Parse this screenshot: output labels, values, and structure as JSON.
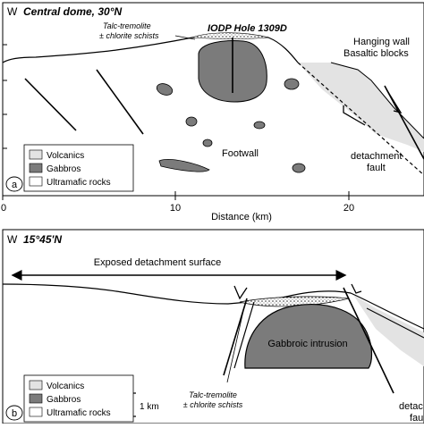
{
  "panel_a": {
    "direction": "W",
    "title": "Central dome, 30°N",
    "hole_label": "IODP Hole 1309D",
    "schist_label_1": "Talc-tremolite",
    "schist_label_2": "± chlorite schists",
    "hanging_wall_1": "Hanging wall",
    "hanging_wall_2": "Basaltic blocks",
    "footwall": "Footwall",
    "detachment_1": "detachment",
    "detachment_2": "fault",
    "badge": "a",
    "legend": [
      {
        "label": "Volcanics",
        "color": "#e3e3e3"
      },
      {
        "label": "Gabbros",
        "color": "#7b7b7b"
      },
      {
        "label": "Ultramafic rocks",
        "color": "#ffffff"
      }
    ],
    "x_ticks": [
      "0",
      "10",
      "20"
    ],
    "x_axis_label": "Distance (km)"
  },
  "panel_b": {
    "direction": "W",
    "title": "15°45'N",
    "exposed_label": "Exposed detachment surface",
    "intrusion_label": "Gabbroic intrusion",
    "schist_label_1": "Talc-tremolite",
    "schist_label_2": "± chlorite schists",
    "scale_label": "1 km",
    "cut_label_1": "detach",
    "cut_label_2": "fau",
    "badge": "b",
    "legend": [
      {
        "label": "Volcanics",
        "color": "#e3e3e3"
      },
      {
        "label": "Gabbros",
        "color": "#7b7b7b"
      },
      {
        "label": "Ultramafic rocks",
        "color": "#ffffff"
      }
    ]
  }
}
